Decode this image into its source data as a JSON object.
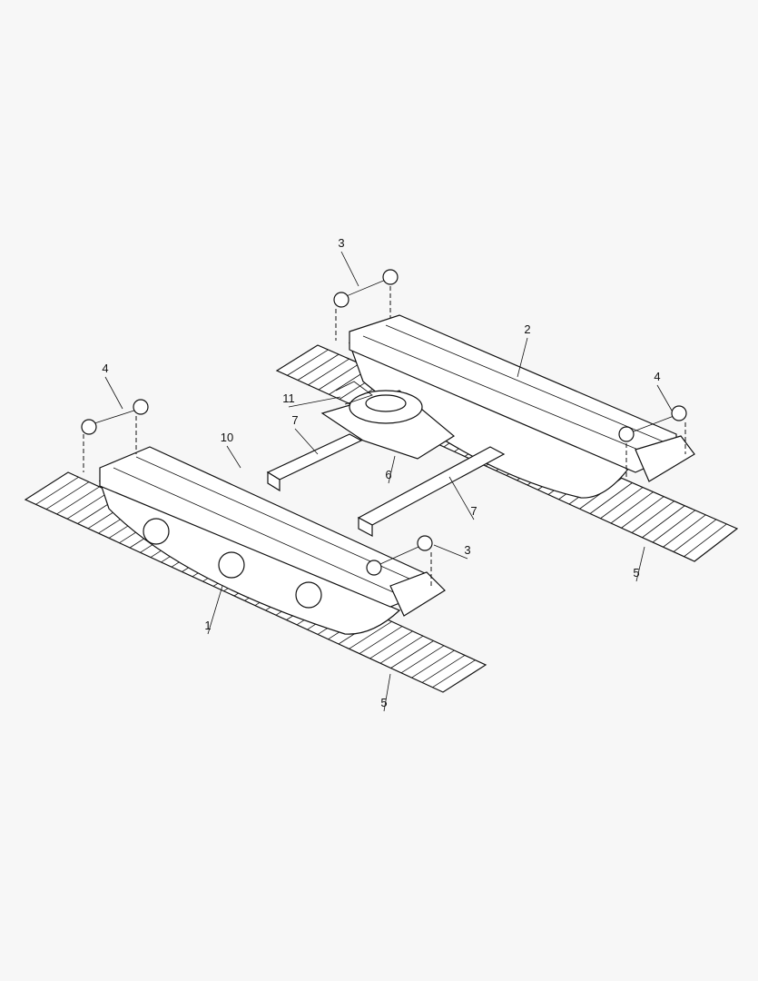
{
  "diagram": {
    "type": "exploded parts view",
    "background": "#f7f7f7",
    "line_color": "#111111",
    "callouts": [
      {
        "label": "3"
      },
      {
        "label": "2"
      },
      {
        "label": "4"
      },
      {
        "label": "11"
      },
      {
        "label": "7"
      },
      {
        "label": "10"
      },
      {
        "label": "6"
      },
      {
        "label": "7"
      },
      {
        "label": "4"
      },
      {
        "label": "3"
      },
      {
        "label": "5"
      },
      {
        "label": "1"
      },
      {
        "label": "5"
      }
    ]
  }
}
